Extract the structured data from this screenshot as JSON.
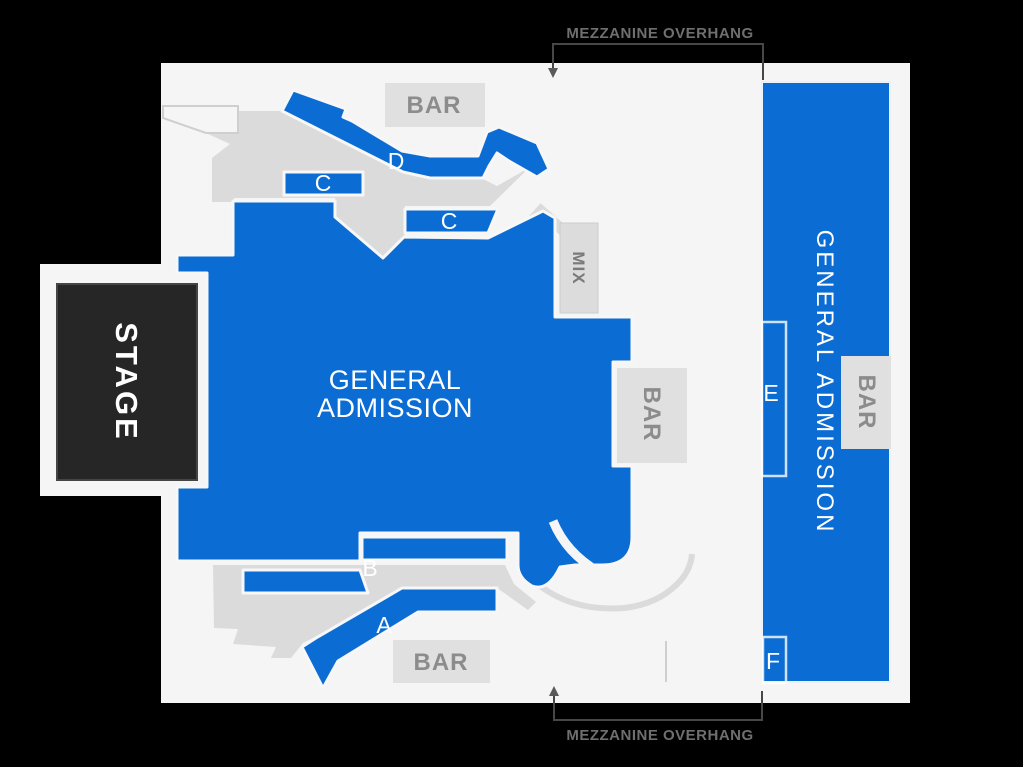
{
  "stage": {
    "label": "STAGE"
  },
  "floor": {
    "label_line1": "GENERAL",
    "label_line2": "ADMISSION"
  },
  "right_section": {
    "label": "GENERAL ADMISSION"
  },
  "mix": {
    "label": "MIX"
  },
  "bars": {
    "label": "BAR"
  },
  "sections": {
    "a": "A",
    "b": "B",
    "c_upper": "C",
    "c_lower": "C",
    "d": "D",
    "e": "E",
    "f": "F"
  },
  "overhang": {
    "top": "MEZZANINE OVERHANG",
    "bottom": "MEZZANINE OVERHANG"
  },
  "colors": {
    "background": "#000000",
    "panel_white": "#f5f5f5",
    "section_blue": "#0b6cd3",
    "mezzanine_gray": "#dbdbdb",
    "bar_box_gray": "#e0e0e0",
    "bar_text_gray": "#8c8c8c",
    "stage_dark": "#262626",
    "overhang_text_gray": "#6f6f6f"
  }
}
